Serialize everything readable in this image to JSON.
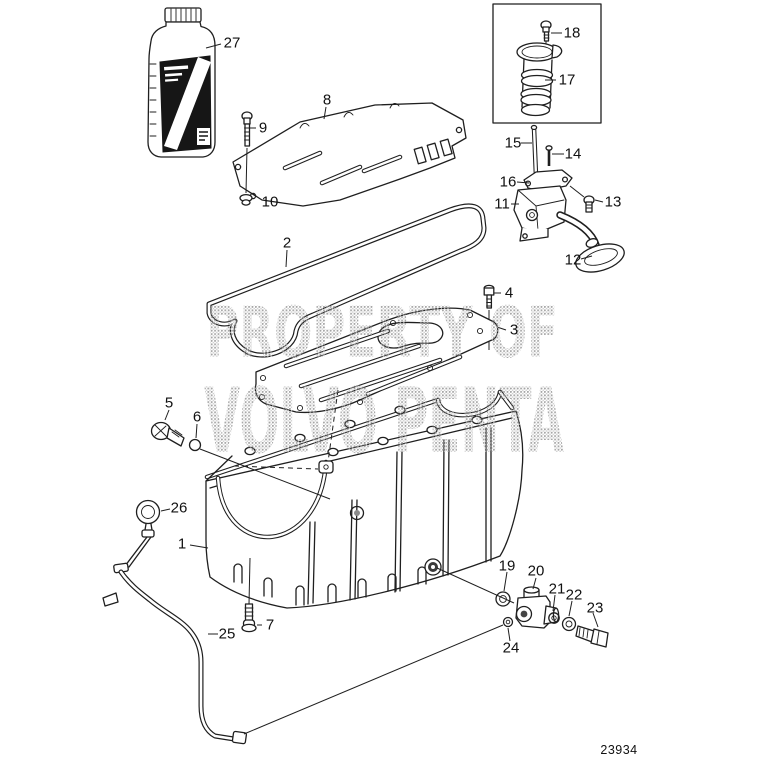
{
  "drawing_number": "23934",
  "watermark": {
    "line1": "PROPERTY OF",
    "line2": "VOLVO PENTA"
  },
  "callouts": {
    "p1": "1",
    "p2": "2",
    "p3": "3",
    "p4": "4",
    "p5": "5",
    "p6": "6",
    "p7": "7",
    "p8": "8",
    "p9": "9",
    "p10": "10",
    "p11": "11",
    "p12": "12",
    "p13": "13",
    "p14": "14",
    "p15": "15",
    "p16": "16",
    "p17": "17",
    "p18": "18",
    "p19": "19",
    "p20": "20",
    "p21": "21",
    "p22": "22",
    "p23": "23",
    "p24": "24",
    "p25": "25",
    "p26": "26",
    "p27": "27"
  },
  "colors": {
    "line": "#1f1f1f",
    "watermark": "#a5a5a5",
    "background": "#ffffff"
  }
}
